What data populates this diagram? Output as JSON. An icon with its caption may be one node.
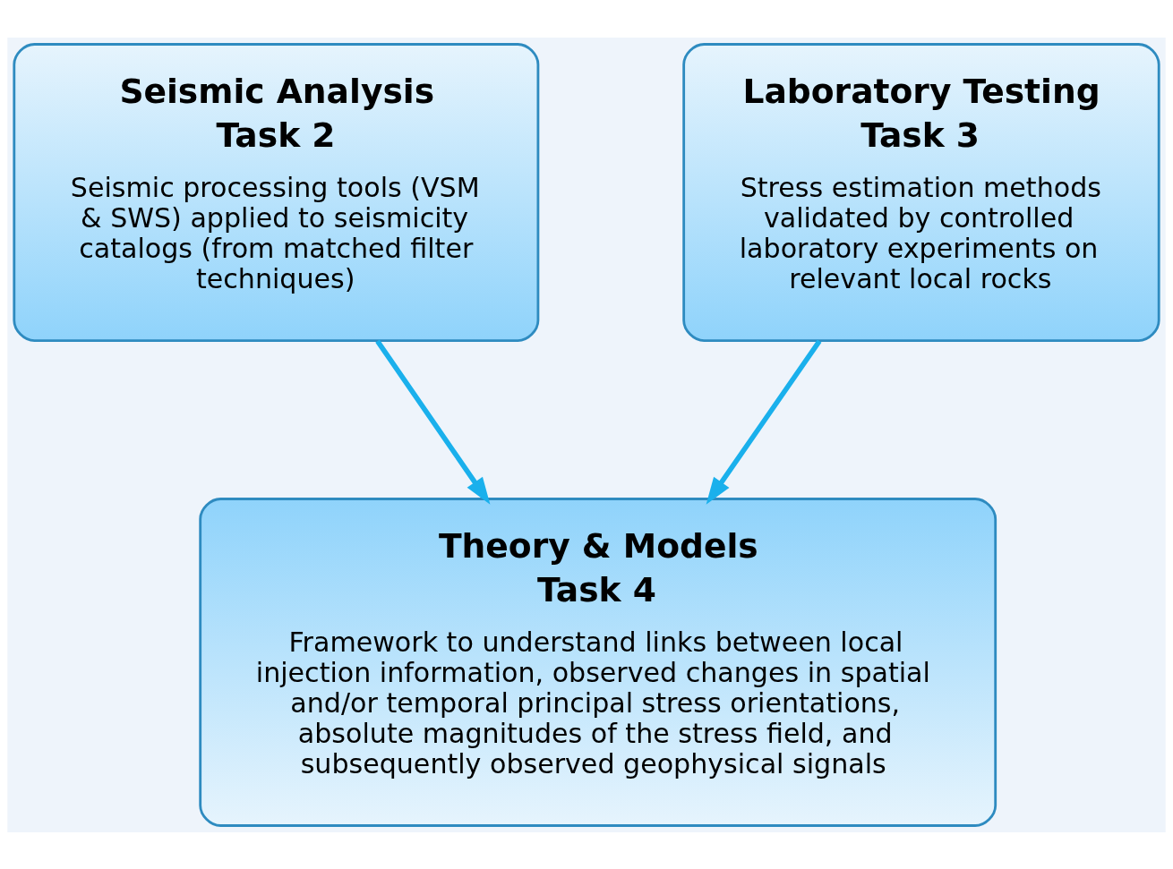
{
  "diagram": {
    "nodes": [
      {
        "text": [
          "Seismic Analysis",
          "Task 2",
          "Seismic processing tools (VSM & SWS) applied to seismicity catalogs (from matched filter techniques)"
        ]
      },
      {
        "text": [
          "Laboratory Testing",
          "Task 3",
          "Stress estimation methods validated by controlled laboratory experiments on relevant local rocks"
        ]
      },
      {
        "text": [
          "Theory & Models",
          "Task 4",
          "Framework to understand links between local injection information, observed changes in spatial and/or temporal principal stress orientations, absolute magnitudes of the stress field, and subsequently observed geophysical signals"
        ]
      }
    ],
    "edges": [
      {
        "from": 0,
        "to": 2,
        "arrow": "to"
      },
      {
        "from": 1,
        "to": 2,
        "arrow": "to"
      }
    ]
  }
}
